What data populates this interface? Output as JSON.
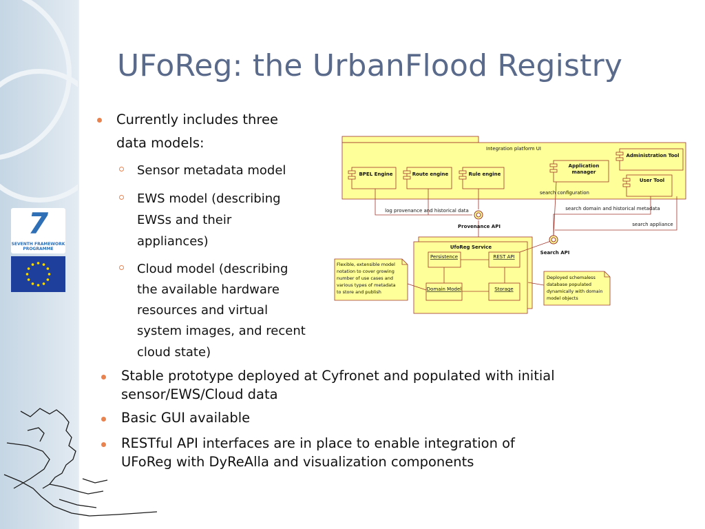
{
  "slide": {
    "title": "UFoReg: the UrbanFlood Registry",
    "bullets": [
      {
        "lines": [
          "Currently includes three",
          "data models:"
        ]
      },
      {
        "lines": [
          "Stable prototype deployed at Cyfronet and populated with initial",
          "sensor/EWS/Cloud data"
        ]
      },
      {
        "lines": [
          "Basic GUI available"
        ]
      },
      {
        "lines": [
          "RESTful API interfaces are in place to enable integration of",
          "UFoReg with DyReAlla and visualization components"
        ]
      }
    ],
    "sub_bullets": [
      {
        "lines": [
          "Sensor metadata model"
        ]
      },
      {
        "lines": [
          "EWS model (describing",
          "EWSs and their",
          "appliances)"
        ]
      },
      {
        "lines": [
          "Cloud model (describing",
          "the available hardware",
          "resources and virtual",
          "system images, and recent",
          "cloud state)"
        ]
      }
    ]
  },
  "logos": {
    "fp7_line1": "SEVENTH FRAMEWORK",
    "fp7_line2": "PROGRAMME",
    "fp7_number": "7"
  },
  "diagram": {
    "platform_label": "Integration platform UI",
    "components": {
      "bpel": "BPEL Engine",
      "route": "Route engine",
      "rule": "Rule engine",
      "app_manager_1": "Application",
      "app_manager_2": "manager",
      "admin_tool": "Administration Tool",
      "user_tool": "User Tool"
    },
    "labels": {
      "search_config": "search configuration",
      "log_provenance": "log provenance and historical data",
      "search_domain": "search domain and historical metadata",
      "search_appliance": "search appliance",
      "provenance_api": "Provenance API",
      "search_api": "Search API",
      "service": "UfoReg Service"
    },
    "service_parts": {
      "persistence": "Persistence",
      "rest_api": "REST API",
      "domain_model": "Domain Model",
      "storage": "Storage"
    },
    "note_left": [
      "Flexible, extensible model",
      "notation to cover growing",
      "number of use cases and",
      "various types of metadata",
      "to store and publish"
    ],
    "note_right": [
      "Deployed schemaless",
      "database populated",
      "dynamically with domain",
      "model objects"
    ]
  },
  "colors": {
    "title": "#5a6a8a",
    "bullet": "#e8834f",
    "diagram_fill": "#ffff99",
    "diagram_stroke": "#a0342a"
  }
}
